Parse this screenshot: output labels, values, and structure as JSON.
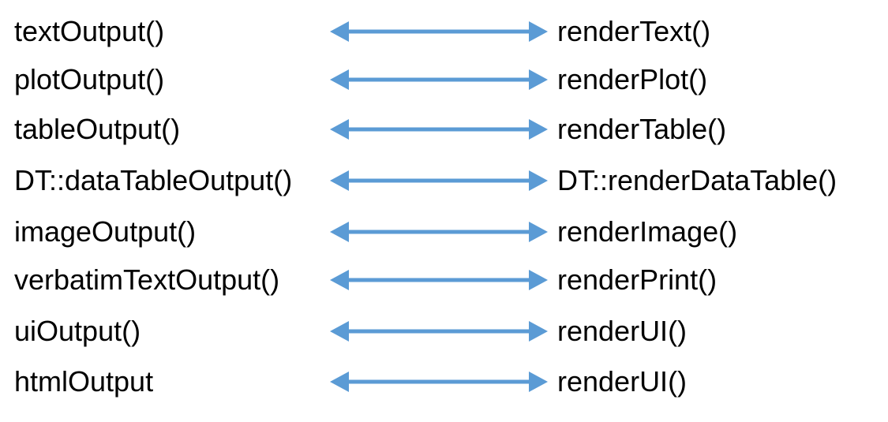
{
  "arrow_color": "#5b9bd5",
  "mappings": [
    {
      "left": "textOutput()",
      "right": "renderText()"
    },
    {
      "left": "plotOutput()",
      "right": "renderPlot()"
    },
    {
      "left": "tableOutput()",
      "right": "renderTable()"
    },
    {
      "left": "DT::dataTableOutput()",
      "right": "DT::renderDataTable()"
    },
    {
      "left": "imageOutput()",
      "right": "renderImage()"
    },
    {
      "left": "verbatimTextOutput()",
      "right": "renderPrint()"
    },
    {
      "left": "uiOutput()",
      "right": "renderUI()"
    },
    {
      "left": "htmlOutput",
      "right": "renderUI()"
    }
  ]
}
